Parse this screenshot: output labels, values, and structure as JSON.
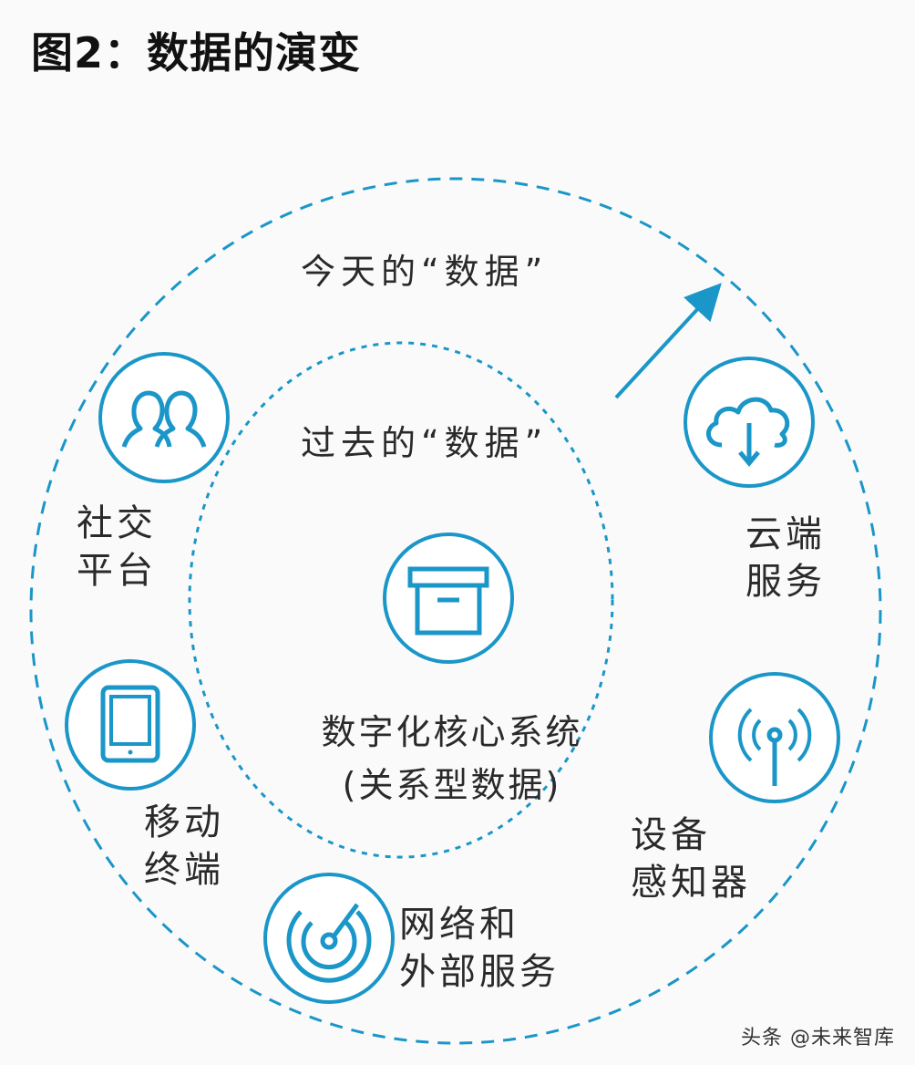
{
  "title": "图2：数据的演变",
  "outer_ring_label": "今天的“数据”",
  "inner_ring_label": "过去的“数据”",
  "center": {
    "line1": "数字化核心系统",
    "line2": "(关系型数据)"
  },
  "nodes": {
    "social": {
      "icon": "people-icon",
      "line1": "社交",
      "line2": "平台"
    },
    "cloud": {
      "icon": "cloud-download-icon",
      "line1": "云端",
      "line2": "服务"
    },
    "mobile": {
      "icon": "tablet-icon",
      "line1": "移动",
      "line2": "终端"
    },
    "sensor": {
      "icon": "antenna-icon",
      "line1": "设备",
      "line2": "感知器"
    },
    "network": {
      "icon": "radar-icon",
      "line1": "网络和",
      "line2": "外部服务"
    }
  },
  "watermark": "头条 @未来智库",
  "colors": {
    "accent": "#1a96c8",
    "text": "#2a2a2a",
    "background": "#fafafa"
  }
}
